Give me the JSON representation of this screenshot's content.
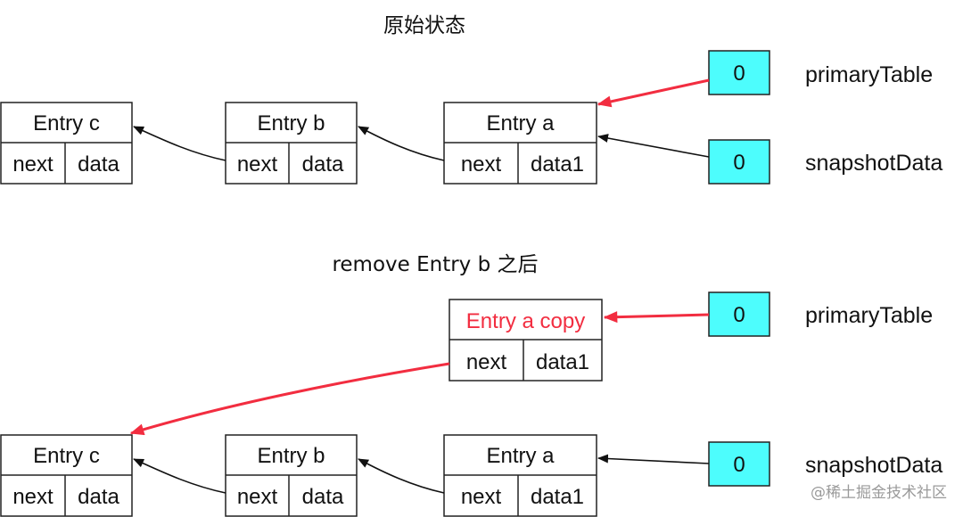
{
  "colors": {
    "pointer_fill": "#4DFDFD",
    "highlight_red": "#F22D40",
    "black_edge": "#111111"
  },
  "sections": {
    "original": {
      "title": "原始状态",
      "entries": {
        "c": {
          "title": "Entry c",
          "next": "next",
          "data": "data"
        },
        "b": {
          "title": "Entry b",
          "next": "next",
          "data": "data"
        },
        "a": {
          "title": "Entry a",
          "next": "next",
          "data": "data1"
        }
      },
      "primary_pointer": {
        "value": "0",
        "label": "primaryTable"
      },
      "snapshot_pointer": {
        "value": "0",
        "label": "snapshotData"
      }
    },
    "after_remove": {
      "title": "remove Entry b 之后",
      "entry_copy": {
        "title": "Entry a copy",
        "next": "next",
        "data": "data1"
      },
      "entries": {
        "c": {
          "title": "Entry c",
          "next": "next",
          "data": "data"
        },
        "b": {
          "title": "Entry b",
          "next": "next",
          "data": "data"
        },
        "a": {
          "title": "Entry a",
          "next": "next",
          "data": "data1"
        }
      },
      "primary_pointer": {
        "value": "0",
        "label": "primaryTable"
      },
      "snapshot_pointer": {
        "value": "0",
        "label": "snapshotData"
      }
    }
  },
  "watermark": {
    "text": "@稀土掘金技术社区"
  }
}
